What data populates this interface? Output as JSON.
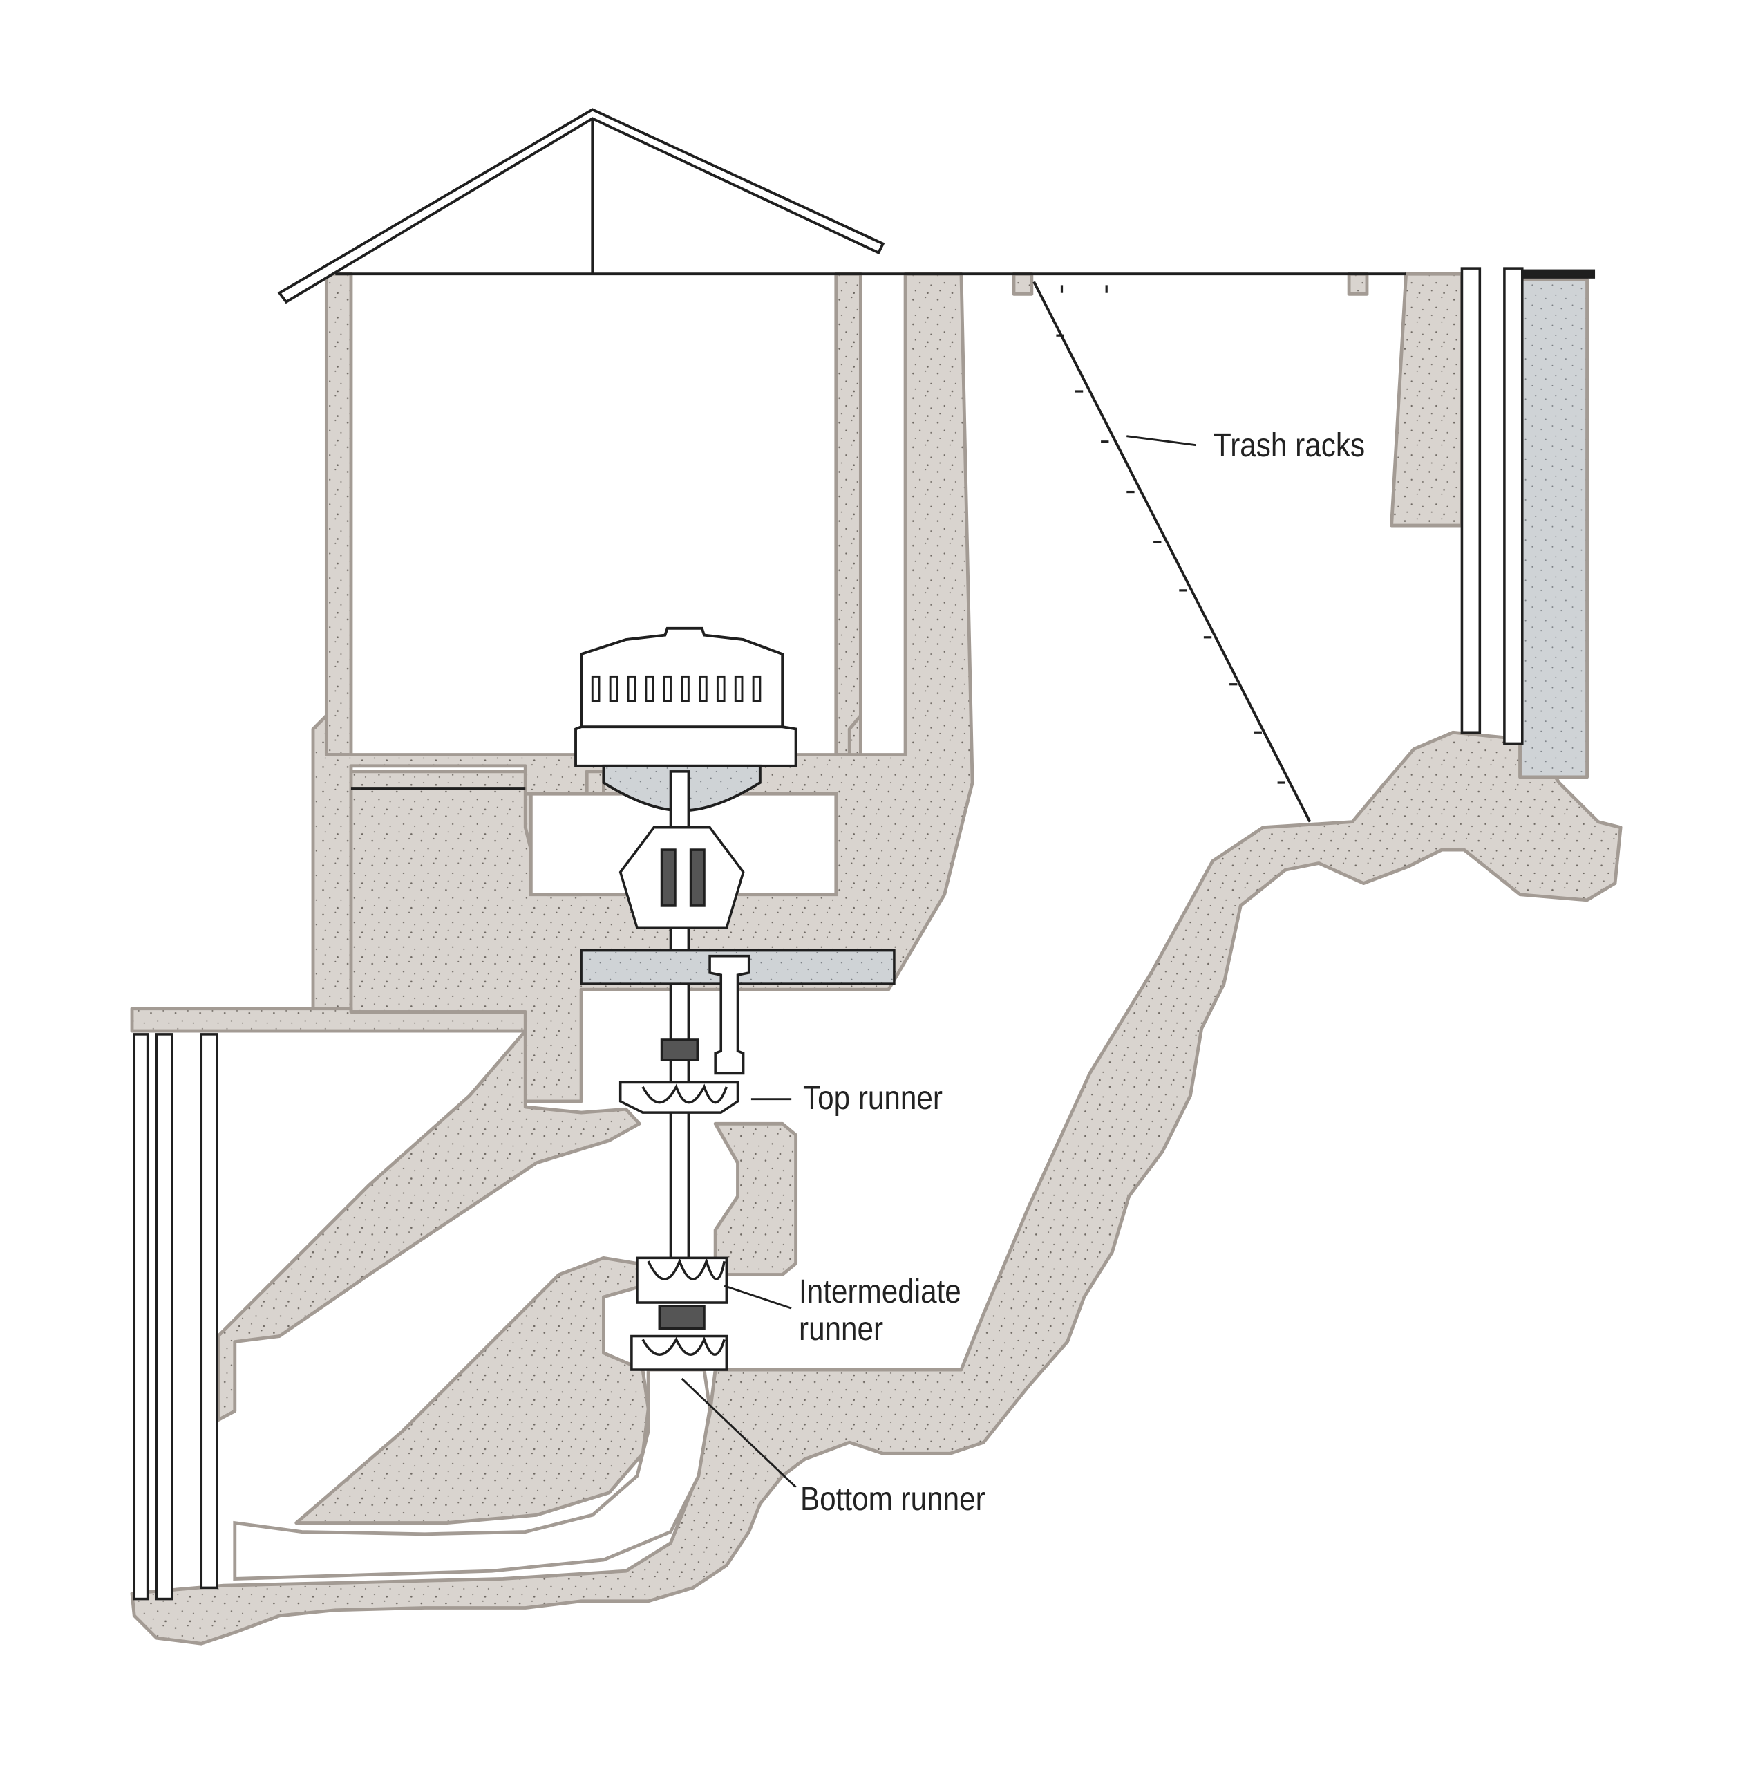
{
  "diagram": {
    "labels": {
      "trash_racks": "Trash racks",
      "top_runner": "Top runner",
      "intermediate_runner_line1": "Intermediate",
      "intermediate_runner_line2": "runner",
      "bottom_runner": "Bottom runner"
    },
    "colors": {
      "concrete": "#d9d4cf",
      "concrete_edge": "#a39b94",
      "line": "#1f1f1f",
      "paper": "#ffffff",
      "speckle": "#6e6862"
    }
  }
}
